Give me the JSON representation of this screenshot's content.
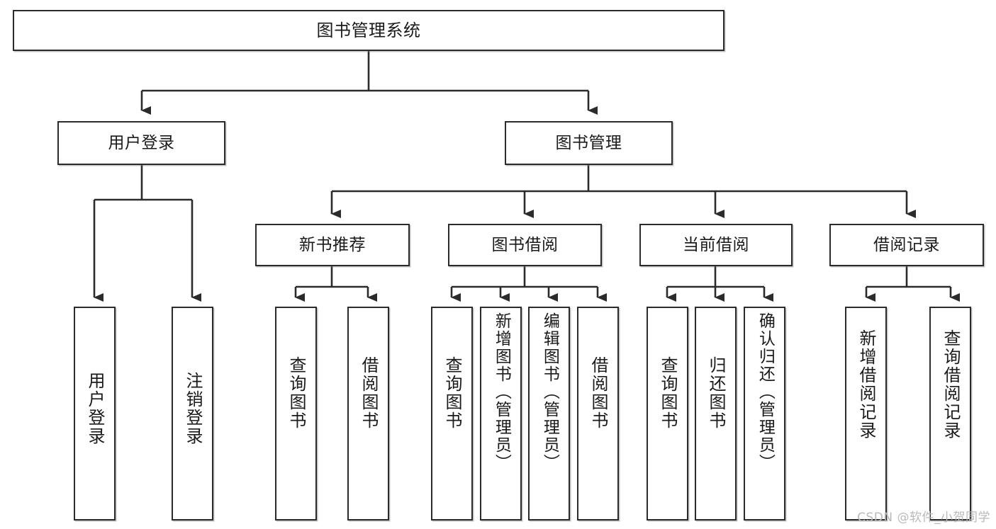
{
  "diagram": {
    "title": "图书管理系统",
    "type": "hierarchy-tree",
    "watermark": "CSDN @软件_小贺同学",
    "colors": {
      "box_border": "#2b2b2b",
      "box_fill": "#ffffff",
      "connector": "#2b2b2b",
      "text": "#1a1a1a",
      "watermark": "#b9b9b9"
    },
    "nodes": {
      "root": "图书管理系统",
      "level2": [
        "用户登录",
        "图书管理"
      ],
      "level3": [
        "新书推荐",
        "图书借阅",
        "当前借阅",
        "借阅记录"
      ],
      "leaves": {
        "user_login": [
          "用户登录",
          "注销登录"
        ],
        "new_book_rec": [
          "查询图书",
          "借阅图书"
        ],
        "book_borrow": [
          "查询图书",
          "新增图书（管理员）",
          "编辑图书（管理员）",
          "借阅图书"
        ],
        "current_borrow": [
          "查询图书",
          "归还图书",
          "确认归还（管理员）"
        ],
        "borrow_record": [
          "新增借阅记录",
          "查询借阅记录"
        ]
      }
    }
  }
}
